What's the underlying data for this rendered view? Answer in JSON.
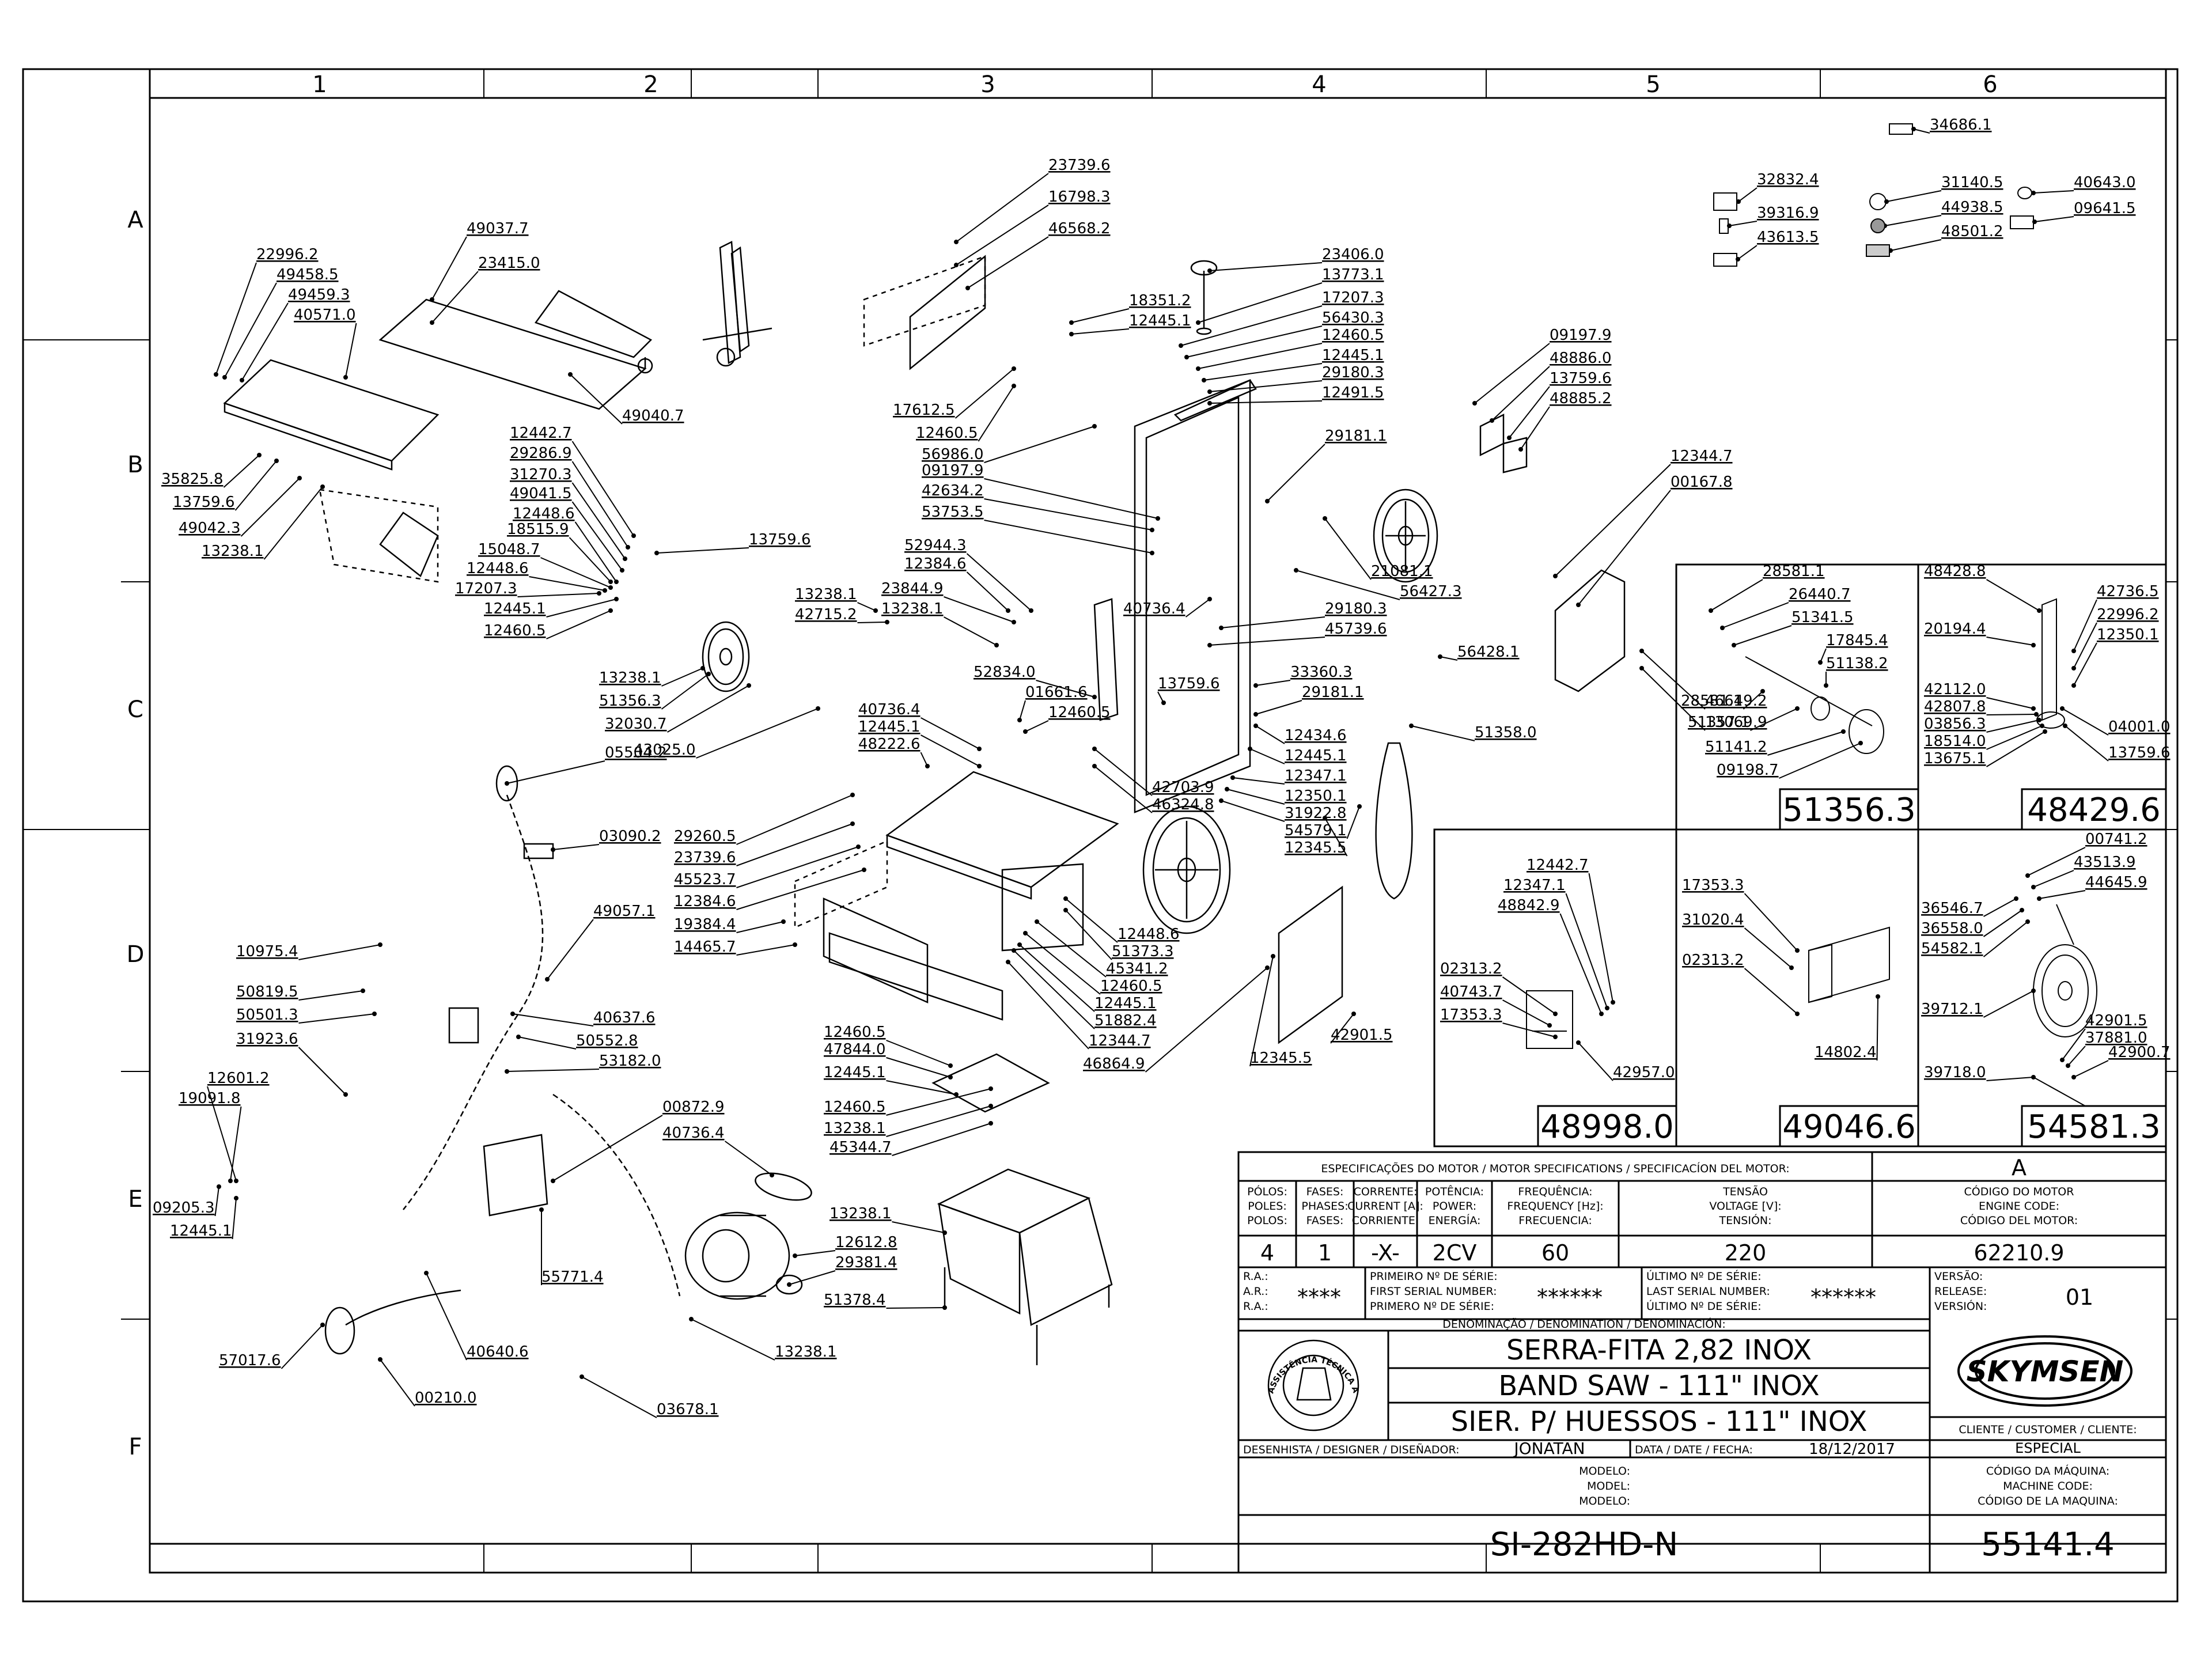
{
  "grid": {
    "columns": [
      "1",
      "2",
      "3",
      "4",
      "5",
      "6"
    ],
    "rows": [
      "A",
      "B",
      "C",
      "D",
      "E",
      "F"
    ]
  },
  "part_labels": [
    "34686.1",
    "32832.4",
    "31140.5",
    "40643.0",
    "39316.9",
    "44938.5",
    "09641.5",
    "43613.5",
    "48501.2",
    "23739.6",
    "16798.3",
    "46568.2",
    "49037.7",
    "22996.2",
    "49458.5",
    "49459.3",
    "40571.0",
    "23415.0",
    "49040.7",
    "35825.8",
    "13759.6",
    "49042.3",
    "13238.1",
    "12442.7",
    "29286.9",
    "31270.3",
    "49041.5",
    "12448.6",
    "18515.9",
    "15048.7",
    "12448.6",
    "17207.3",
    "12445.1",
    "12460.5",
    "13759.6",
    "23406.0",
    "13773.1",
    "17207.3",
    "56430.3",
    "12460.5",
    "12445.1",
    "29180.3",
    "12491.5",
    "18351.2",
    "12445.1",
    "17612.5",
    "12460.5",
    "56986.0",
    "09197.9",
    "42634.2",
    "53753.5",
    "52944.3",
    "12384.6",
    "23844.9",
    "13238.1",
    "09197.9",
    "48886.0",
    "13759.6",
    "48885.2",
    "29181.1",
    "21081.1",
    "56427.3",
    "12344.7",
    "00167.8",
    "13238.1",
    "42715.2",
    "40736.4",
    "29180.3",
    "45739.6",
    "52834.0",
    "01661.6",
    "12460.5",
    "13759.6",
    "33360.3",
    "29181.1",
    "56428.1",
    "12434.6",
    "12445.1",
    "12347.1",
    "12350.1",
    "31922.8",
    "54579.1",
    "12345.5",
    "46649.2",
    "13069.9",
    "51358.0",
    "13238.1",
    "51356.3",
    "32030.7",
    "43025.0",
    "40736.4",
    "12445.1",
    "48222.6",
    "42703.9",
    "46324.8",
    "05504.2",
    "03090.2",
    "29260.5",
    "23739.6",
    "45523.7",
    "12384.6",
    "19384.4",
    "14465.7",
    "12448.6",
    "51373.3",
    "45341.2",
    "12460.5",
    "12445.1",
    "51882.4",
    "12344.7",
    "46864.9",
    "49057.1",
    "10975.4",
    "50819.5",
    "50501.3",
    "31923.6",
    "40637.6",
    "50552.8",
    "53182.0",
    "12601.2",
    "19091.8",
    "09205.3",
    "12445.1",
    "00872.9",
    "40736.4",
    "55771.4",
    "57017.6",
    "40640.6",
    "00210.0",
    "03678.1",
    "13238.1",
    "12460.5",
    "47844.0",
    "12445.1",
    "12460.5",
    "13238.1",
    "45344.7",
    "13238.1",
    "12612.8",
    "29381.4",
    "51378.4",
    "12345.5",
    "42901.5",
    "28581.1",
    "26440.7",
    "51341.5",
    "17845.4",
    "51138.2",
    "28581.1",
    "51357.1",
    "51141.2",
    "09198.7",
    "48428.8",
    "42736.5",
    "20194.4",
    "22996.2",
    "12350.1",
    "42112.0",
    "42807.8",
    "03856.3",
    "18514.0",
    "13675.1",
    "04001.0",
    "13759.6",
    "12442.7",
    "12347.1",
    "48842.9",
    "02313.2",
    "40743.7",
    "17353.3",
    "42957.0",
    "17353.3",
    "31020.4",
    "02313.2",
    "14802.4",
    "00741.2",
    "43513.9",
    "44645.9",
    "36546.7",
    "36558.0",
    "54582.1",
    "39712.1",
    "42901.5",
    "37881.0",
    "42900.7",
    "39718.0"
  ],
  "detail_boxes": {
    "d1": "51356.3",
    "d2": "48429.6",
    "d3": "48998.0",
    "d4": "49046.6",
    "d5": "54581.3"
  },
  "motor": {
    "header": "ESPECIFICAÇÕES DO MOTOR / MOTOR SPECIFICATIONS / SPECIFICACÍON DEL MOTOR:",
    "version_letter": "A",
    "poles_l1": "PÓLOS:",
    "poles_l2": "POLES:",
    "poles_l3": "POLOS:",
    "phases_l1": "FASES:",
    "phases_l2": "PHASES:",
    "phases_l3": "FASES:",
    "current_l1": "CORRENTE:",
    "current_l2": "CURRENT [A]:",
    "current_l3": "CORRIENTE:",
    "power_l1": "POTÊNCIA:",
    "power_l2": "POWER:",
    "power_l3": "ENERGÍA:",
    "freq_l1": "FREQUÊNCIA:",
    "freq_l2": "FREQUENCY [Hz]:",
    "freq_l3": "FRECUENCIA:",
    "volt_l1": "TENSÃO",
    "volt_l2": "VOLTAGE [V]:",
    "volt_l3": "TENSIÓN:",
    "code_l1": "CÓDIGO DO MOTOR",
    "code_l2": "ENGINE CODE:",
    "code_l3": "CÓDIGO DEL MOTOR:",
    "poles": "4",
    "phases": "1",
    "current": "-X-",
    "power": "2CV",
    "frequency": "60",
    "voltage": "220",
    "code": "62210.9"
  },
  "serials": {
    "ra1": "R.A.:",
    "ra2": "A.R.:",
    "ra3": "R.A.:",
    "ra_value": "****",
    "first1": "PRIMEIRO Nº DE SÉRIE:",
    "first2": "FIRST SERIAL NUMBER:",
    "first3": "PRIMERO Nº DE SÉRIE:",
    "first_value": "******",
    "last1": "ÚLTIMO Nº DE SÉRIE:",
    "last2": "LAST SERIAL NUMBER:",
    "last3": "ÚLTIMO Nº DE SÉRIE:",
    "last_value": "******",
    "ver1": "VERSÃO:",
    "ver2": "RELEASE:",
    "ver3": "VERSIÓN:",
    "version": "01"
  },
  "denomination": {
    "header": "DENOMINAÇÃO / DENOMINATION / DENOMINACIÓN:",
    "line1": "SERRA-FITA 2,82 INOX",
    "line2": "BAND SAW - 111\" INOX",
    "line3": "SIER. P/ HUESSOS - 111\" INOX",
    "seal_text": "ASSISTÊNCIA TÉCNICA AUTORIZADA"
  },
  "brand": "SKYMSEN",
  "client": {
    "label": "CLIENTE / CUSTOMER / CLIENTE:",
    "value": "ESPECIAL"
  },
  "designer": {
    "label": "DESENHISTA / DESIGNER / DISEÑADOR:",
    "value": "JONATAN",
    "date_label": "DATA / DATE / FECHA:",
    "date_value": "18/12/2017"
  },
  "model": {
    "l1": "MODELO:",
    "l2": "MODEL:",
    "l3": "MODELO:",
    "value": "SI-282HD-N"
  },
  "machine_code": {
    "l1": "CÓDIGO DA MÁQUINA:",
    "l2": "MACHINE CODE:",
    "l3": "CÓDIGO DE LA MAQUINA:",
    "value": "55141.4"
  },
  "colors": {
    "line": "#000000",
    "background": "#ffffff"
  }
}
